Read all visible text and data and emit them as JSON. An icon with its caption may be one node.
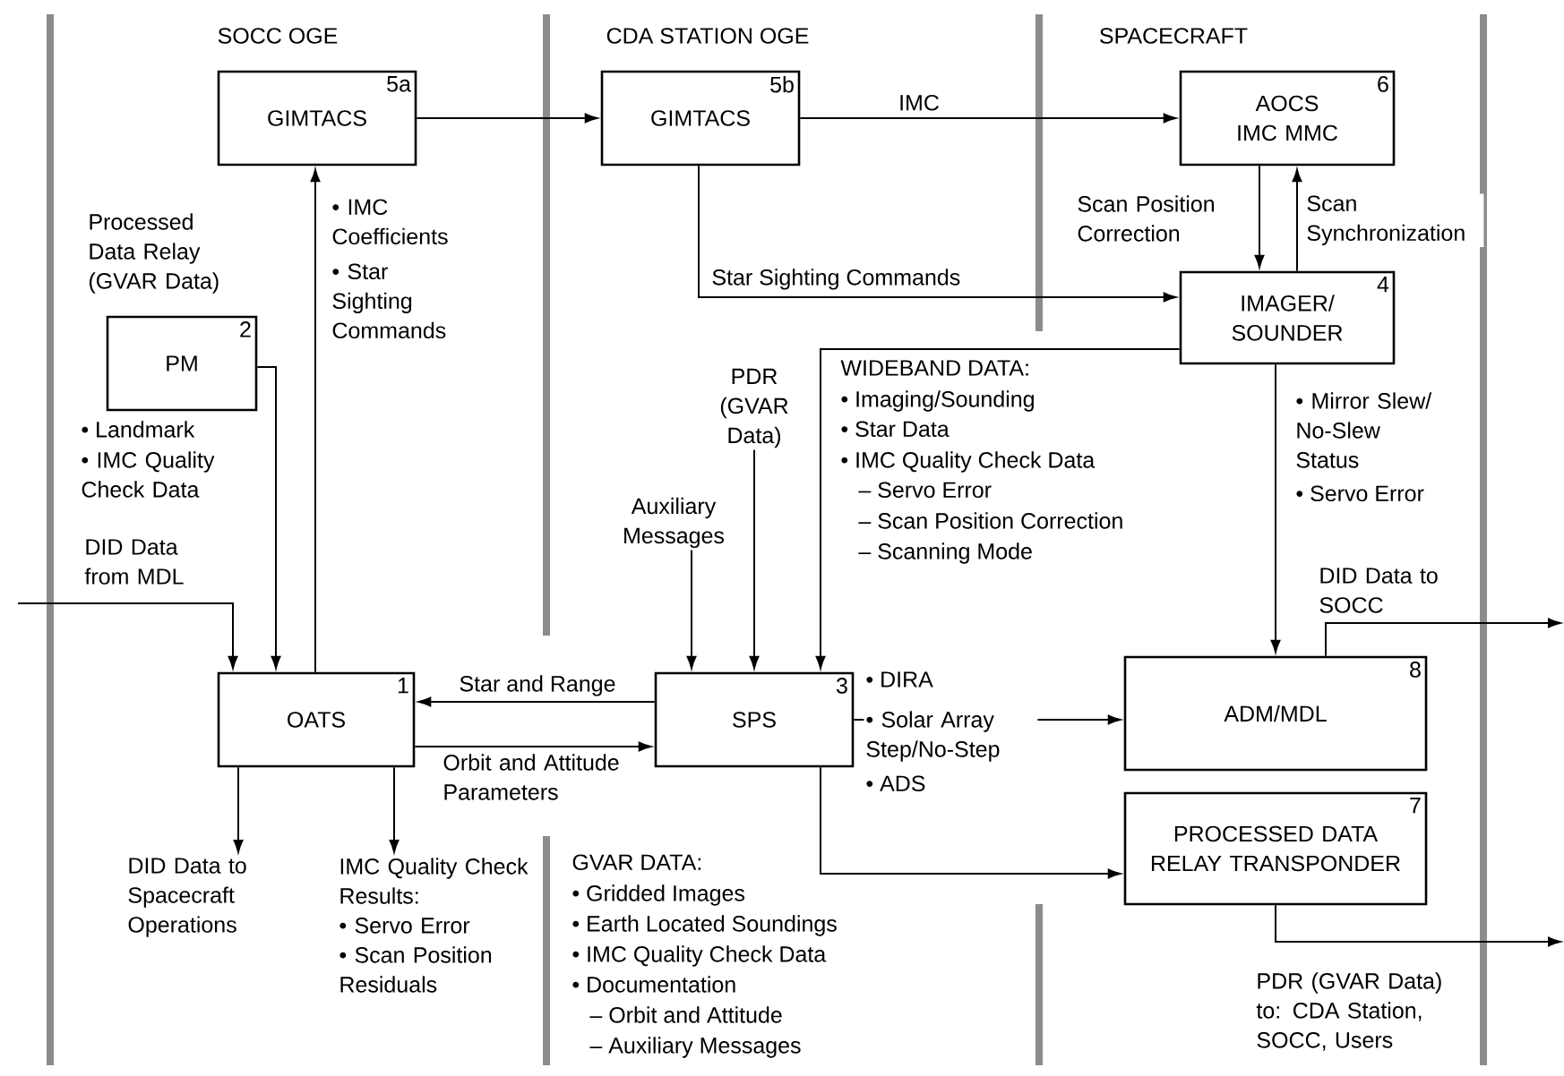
{
  "diagram": {
    "nodes": [
      {
        "text": [
          "GIMTACS",
          "5a"
        ]
      },
      {
        "text": [
          "GIMTACS",
          "5b"
        ]
      },
      {
        "text": [
          "AOCS IMC MMC",
          "6"
        ]
      },
      {
        "text": [
          "Processed Data Relay (GVAR Data)",
          "PM",
          "2"
        ]
      },
      {
        "text": [
          "IMAGER/ SOUNDER",
          "4"
        ]
      },
      {
        "text": [
          "OATS",
          "1"
        ]
      },
      {
        "text": [
          "SPS",
          "3"
        ]
      },
      {
        "text": [
          "ADM/MDL",
          "8"
        ]
      },
      {
        "text": [
          "PROCESSED DATA RELAY TRANSPONDER",
          "7"
        ]
      },
      {
        "text": [
          "PDR (GVAR Data)"
        ]
      },
      {
        "text": [
          "Auxiliary Messages"
        ]
      },
      {
        "text": [
          "DID Data to Spacecraft Operations"
        ]
      },
      {
        "text": [
          "IMC Quality Check Results:",
          "• Servo Error",
          "• Scan Position Residuals"
        ]
      }
    ],
    "edges": [
      {
        "from": 0,
        "to": 1,
        "arrow": "to"
      },
      {
        "from": 1,
        "to": 2,
        "arrow": "to",
        "label": "IMC"
      },
      {
        "from": 1,
        "to": 4,
        "arrow": "to",
        "label": "Star Sighting Commands"
      },
      {
        "from": 2,
        "to": 4,
        "arrow": "to",
        "label": "Scan Position Correction"
      },
      {
        "from": 4,
        "to": 2,
        "arrow": "to",
        "label": "Scan Synchronization"
      },
      {
        "from": 5,
        "to": 0,
        "arrow": "to"
      },
      {
        "from": 3,
        "to": 5,
        "arrow": "to"
      },
      {
        "from": null,
        "to": 5,
        "arrow": "to",
        "label": "DID Data from MDL"
      },
      {
        "from": 6,
        "to": 5,
        "arrow": "to",
        "label": "Star and Range"
      },
      {
        "from": 5,
        "to": 6,
        "arrow": "to",
        "label": "Orbit and Attitude Parameters"
      },
      {
        "from": 9,
        "to": 6,
        "arrow": "to"
      },
      {
        "from": 10,
        "to": 6,
        "arrow": "to"
      },
      {
        "from": 4,
        "to": 6,
        "arrow": "to"
      },
      {
        "from": 4,
        "to": 7,
        "arrow": "to"
      },
      {
        "from": 7,
        "to": null,
        "arrow": "to",
        "label": "DID Data to SOCC"
      },
      {
        "from": 6,
        "to": 7,
        "arrow": "to"
      },
      {
        "from": 6,
        "to": 8,
        "arrow": "to"
      },
      {
        "from": 8,
        "to": null,
        "arrow": "to",
        "label": "PDR (GVAR Data) to: CDA Station, SOCC, Users"
      },
      {
        "from": 5,
        "to": 11,
        "arrow": "to"
      },
      {
        "from": 5,
        "to": 12,
        "arrow": "to"
      }
    ],
    "labels": [
      "SOCC OGE",
      "CDA STATION OGE",
      "SPACECRAFT",
      "• IMC Coefficients",
      "• Star Sighting Commands",
      "• Landmark",
      "• IMC Quality Check Data",
      "WIDEBAND DATA:",
      "• Imaging/Sounding",
      "• Star Data",
      "• IMC Quality Check Data",
      "– Servo Error",
      "– Scan Position Correction",
      "– Scanning Mode",
      "• Mirror Slew/ No-Slew Status",
      "• Servo Error",
      "• DIRA",
      "• Solar Array Step/No-Step",
      "• ADS",
      "GVAR DATA:",
      "• Gridded Images",
      "• Earth Located Soundings",
      "• IMC Quality Check Data",
      "• Documentation",
      "– Orbit and Attitude",
      "– Auxiliary Messages"
    ]
  }
}
